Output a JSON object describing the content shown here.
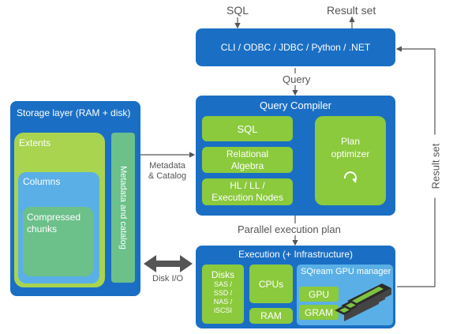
{
  "top": {
    "sql_label": "SQL",
    "result_set_top": "Result set",
    "interfaces": "CLI / ODBC / JDBC / Python / .NET",
    "query_label": "Query"
  },
  "compiler": {
    "title": "Query Compiler",
    "sql": "SQL",
    "relational_1": "Relational",
    "relational_2": "Algebra",
    "hl_1": "HL / LL /",
    "hl_2": "Execution Nodes",
    "plan_1": "Plan",
    "plan_2": "optimizer"
  },
  "middle": {
    "metadata_1": "Metadata",
    "metadata_2": "& Catalog",
    "parallel_plan": "Parallel execution plan",
    "disk_io": "Disk I/O",
    "result_set_side": "Result set"
  },
  "storage": {
    "title": "Storage layer (RAM + disk)",
    "extents": "Extents",
    "columns": "Columns",
    "compressed_1": "Compressed",
    "compressed_2": "chunks",
    "metadata_catalog": "Metadata and catalog"
  },
  "execution": {
    "title": "Execution (+ Infrastructure)",
    "disks": "Disks",
    "disk_types": [
      "SAS /",
      "SSD /",
      "NAS /",
      "iSCSI"
    ],
    "cpus": "CPUs",
    "ram": "RAM",
    "gpu_manager": "SQream GPU manager",
    "gpu": "GPU",
    "gram": "GRAM"
  },
  "colors": {
    "blue": "#1a6fc4",
    "green": "#8bc93d",
    "light_blue": "#5ab0e6",
    "arrow": "#555555"
  }
}
